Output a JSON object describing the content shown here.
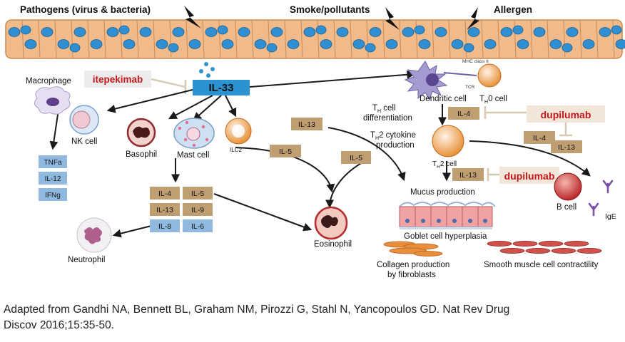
{
  "colors": {
    "epithelium": "#f1ba8a",
    "nucleus": "#2f8fd0",
    "il33_box": "#2c93d3",
    "cytokine_tan": "#bf9f72",
    "cytokine_blue": "#8fb9de",
    "drug_box": "#f2e6d8",
    "drug_text": "#c4161c",
    "inhibit_line": "#d8c9b3"
  },
  "headline": {
    "pathogens": "Pathogens (virus & bacteria)",
    "smoke": "Smoke/pollutants",
    "allergen": "Allergen"
  },
  "drugs": {
    "itepekimab": "itepekimab",
    "dupilumab": "dupilumab"
  },
  "il33": "IL-33",
  "cells": {
    "macrophage": "Macrophage",
    "nk": "NK cell",
    "basophil": "Basophil",
    "mast": "Mast cell",
    "ilc2": "ILC2",
    "dendritic": "Dendritic cell",
    "th0": "T",
    "th0_sub": "H",
    "th0_rest": "0 cell",
    "th2": "T",
    "th2_sub": "H",
    "th2_rest": "2 cell",
    "bcell": "B cell",
    "ige": "IgE",
    "eosinophil": "Eosinophil",
    "neutrophil": "Neutrophil",
    "mhc": "MHC class II",
    "tcr": "TCR"
  },
  "nk_cytokines": [
    "TNFa",
    "IL-12",
    "IFNg"
  ],
  "mast_cytokines": {
    "left": [
      "IL-4",
      "IL-13",
      "IL-8"
    ],
    "right": [
      "IL-5",
      "IL-9",
      "IL-6"
    ]
  },
  "labels": {
    "il13_top": "IL-13",
    "il5_left": "IL-5",
    "il5_mid": "IL-5",
    "il4_dc": "IL-4",
    "il4_right": "IL-4",
    "il13_right": "IL-13",
    "il13_th2": "IL-13",
    "th_diff_1a": "T",
    "th_diff_1sub": "H",
    "th_diff_1b": " cell",
    "th_diff_2": "differentiation",
    "th2cyt_1a": "T",
    "th2cyt_1sub": "H",
    "th2cyt_1b": "2 cytokine",
    "th2cyt_2": "production",
    "mucus": "Mucus production",
    "goblet": "Goblet cell hyperplasia",
    "collagen_1": "Collagen production",
    "collagen_2": "by fibroblasts",
    "smooth": "Smooth muscle cell contractility"
  },
  "caption": {
    "line1": "Adapted from Gandhi NA, Bennett BL, Graham NM, Pirozzi G, Stahl N, Yancopoulos GD. Nat Rev Drug",
    "line2": "Discov 2016;15:35-50."
  }
}
